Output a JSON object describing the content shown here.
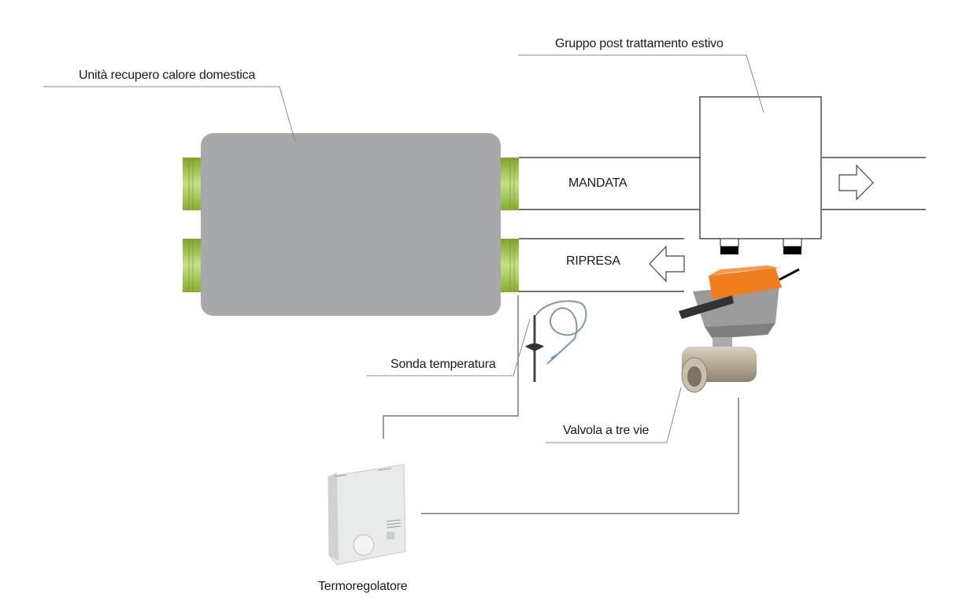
{
  "labels": {
    "hrv_unit": "Unità recupero calore domestica",
    "post_treatment": "Gruppo post trattamento estivo",
    "supply": "MANDATA",
    "return": "RIPRESA",
    "temp_probe": "Sonda temperatura",
    "three_way_valve": "Valvola a tre vie",
    "thermostat": "Termoregolatore"
  },
  "colors": {
    "unit_gray": "#a7a8ab",
    "connector_green": "#9cc43c",
    "actuator_orange": "#f07d1e",
    "leader_gray": "#8a8a8a"
  }
}
